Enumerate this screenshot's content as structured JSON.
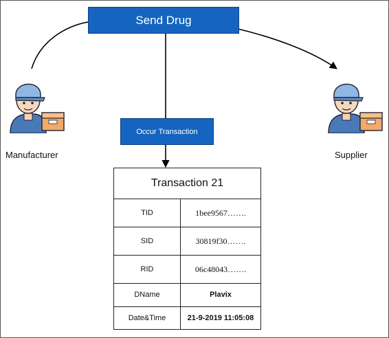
{
  "diagram": {
    "send_label": "Send Drug",
    "occur_label": "Occur Transaction",
    "actors": {
      "manufacturer": {
        "label": "Manufacturer",
        "icon": "delivery-worker-with-box-icon"
      },
      "supplier": {
        "label": "Supplier",
        "icon": "delivery-worker-with-box-icon"
      }
    },
    "colors": {
      "box": "#1565c0",
      "cap": "#5b8fc7",
      "parcel": "#f2a96a"
    },
    "transaction": {
      "title": "Transaction 21",
      "fields": [
        {
          "key": "TID",
          "value": "1bee9567……."
        },
        {
          "key": "SID",
          "value": "30819f30……."
        },
        {
          "key": "RID",
          "value": "06c48043……."
        },
        {
          "key": "DName",
          "value": "Plavix"
        },
        {
          "key": "Date&Time",
          "value": "21-9-2019 11:05:08"
        }
      ]
    }
  }
}
